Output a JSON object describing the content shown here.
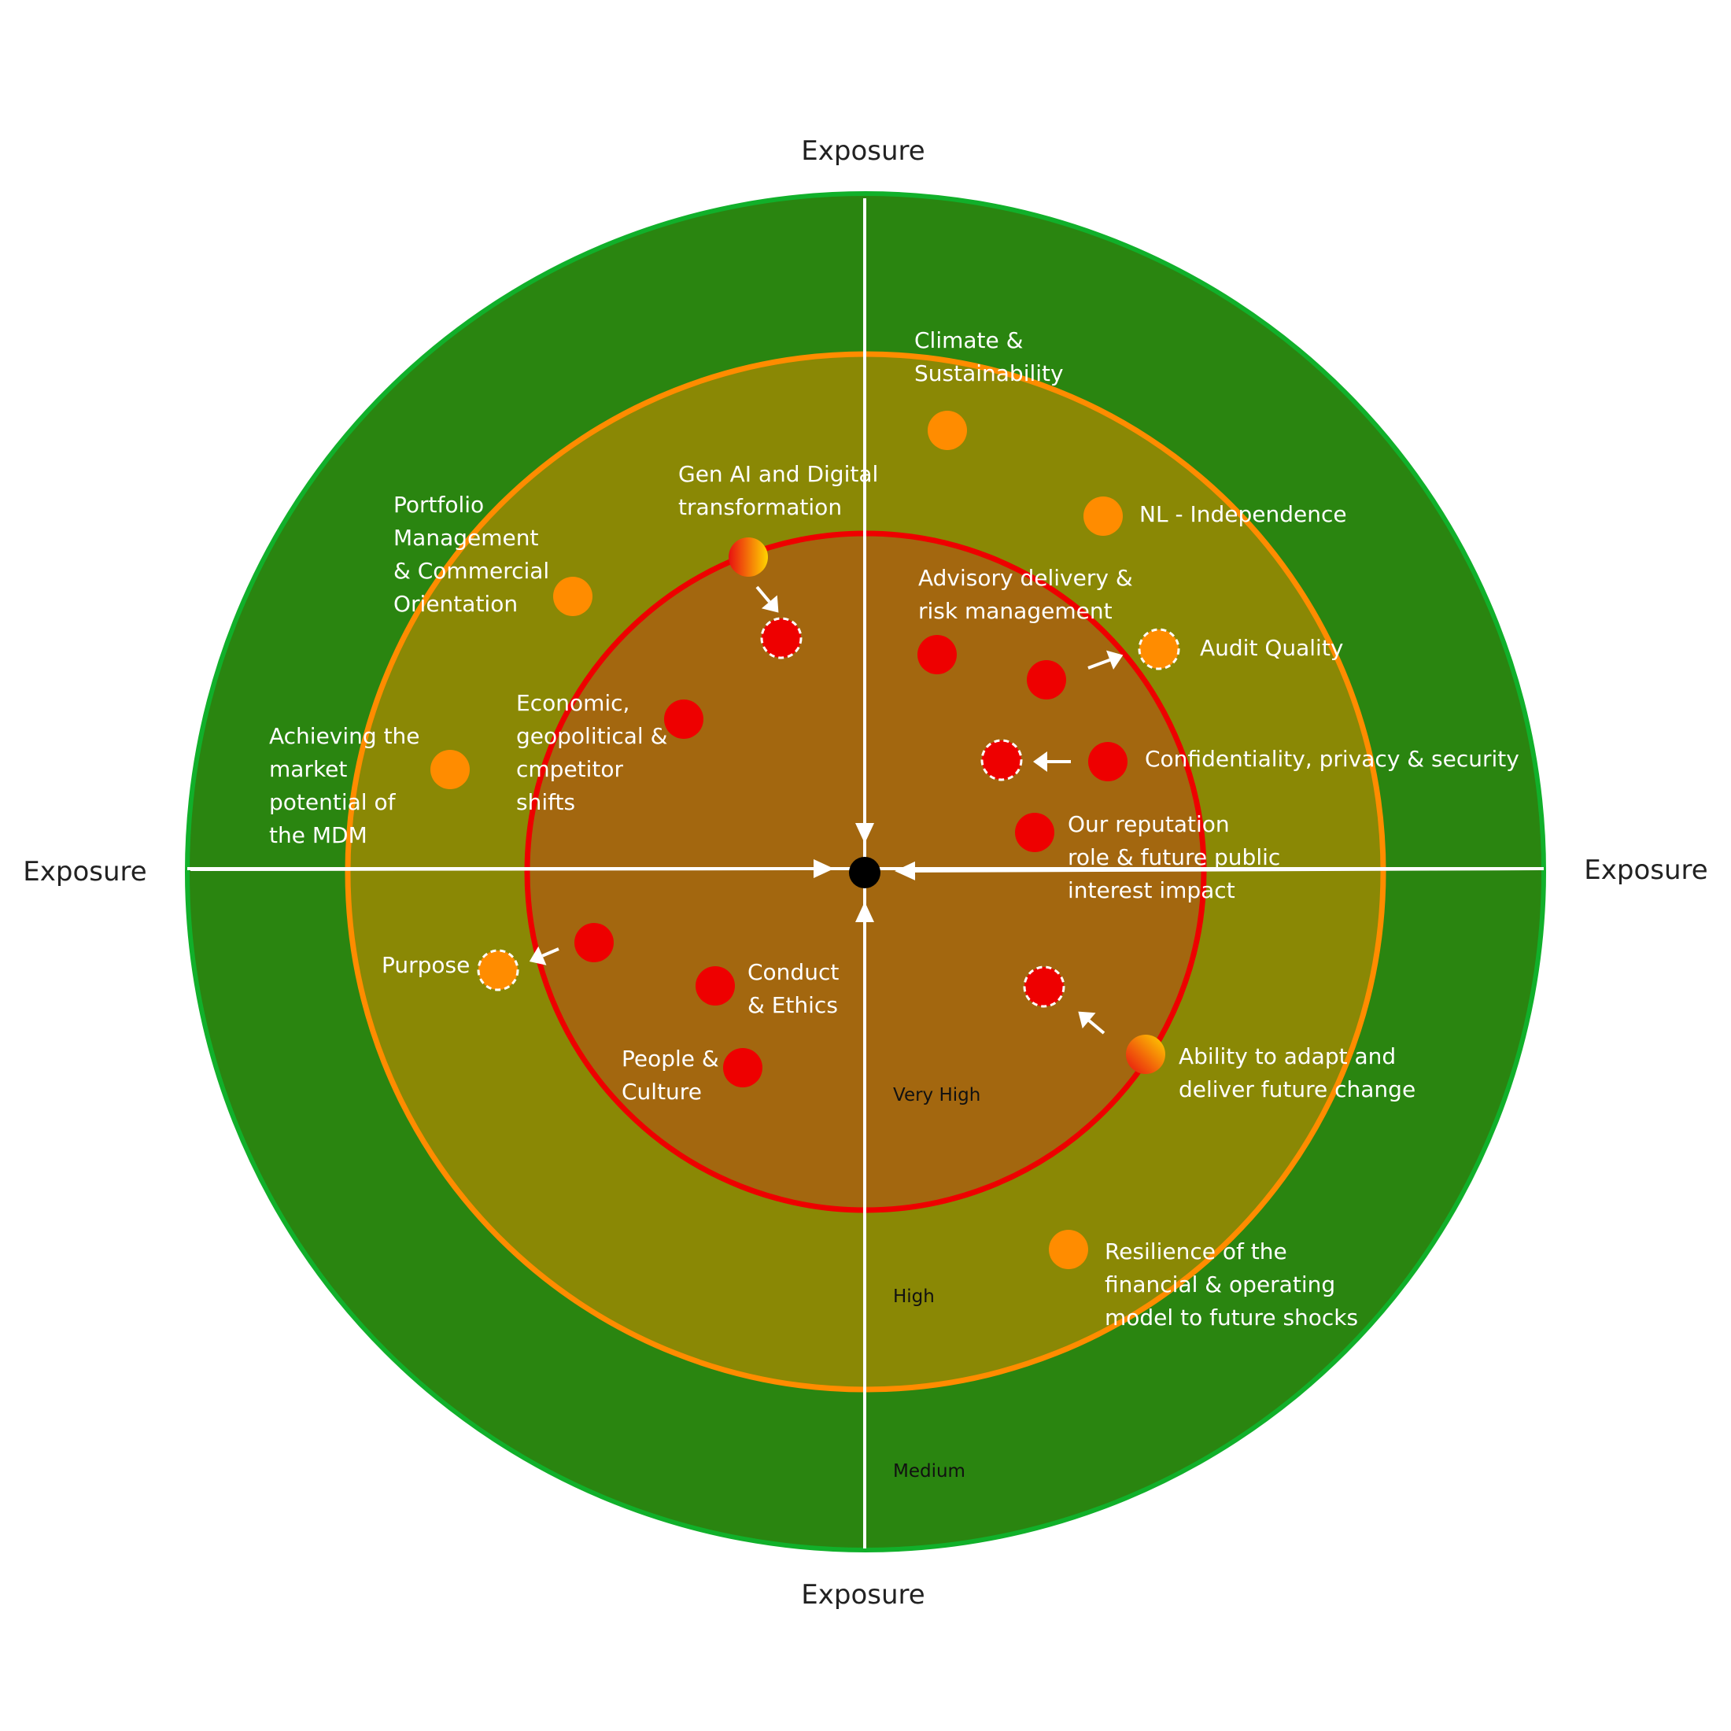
{
  "axis_labels": {
    "top": "Exposure",
    "left": "Exposure",
    "right": "Exposure",
    "bottom": "Exposure"
  },
  "ring_labels": {
    "very_high": "Very High",
    "high": "High",
    "medium": "Medium"
  },
  "colors": {
    "outer_fill": "#2a8510",
    "outer_stroke": "#11b02a",
    "middle_fill": "#8a8805",
    "middle_stroke": "#ff8c00",
    "inner_fill": "#a3670f",
    "inner_stroke": "#ee0000",
    "risk_red": "#ee0000",
    "risk_orange": "#ff8c00",
    "center": "#000000",
    "axis_line": "#ffffff"
  },
  "risks": [
    {
      "name": "Climate & Sustainability",
      "label_lines": [
        "Climate &",
        "Sustainability"
      ],
      "rating": "High"
    },
    {
      "name": "NL - Independence",
      "label_lines": [
        "NL - Independence"
      ],
      "rating": "High"
    },
    {
      "name": "Gen AI and Digital transformation",
      "label_lines": [
        "Gen AI and Digital",
        "transformation"
      ],
      "rating": "High to Very High"
    },
    {
      "name": "Portfolio Management & Commercial Orientation",
      "label_lines": [
        "Portfolio",
        "Management",
        "& Commercial",
        "Orientation"
      ],
      "rating": "High"
    },
    {
      "name": "Advisory delivery & risk management",
      "label_lines": [
        "Advisory delivery &",
        "risk management"
      ],
      "rating": "Very High"
    },
    {
      "name": "Audit Quality",
      "label_lines": [
        "Audit Quality"
      ],
      "rating": "Very High to High"
    },
    {
      "name": "Economic, geopolitical & cmpetitor shifts",
      "label_lines": [
        "Economic,",
        "geopolitical &",
        "cmpetitor",
        "shifts"
      ],
      "rating": "Very High"
    },
    {
      "name": "Achieving the market potential of the MDM",
      "label_lines": [
        "Achieving the",
        "market",
        "potential of",
        "the MDM"
      ],
      "rating": "High"
    },
    {
      "name": "Confidentiality, privacy & security",
      "label_lines": [
        "Confidentiality, privacy & security"
      ],
      "rating": "Very High"
    },
    {
      "name": "Our reputation role & future public interest impact",
      "label_lines": [
        "Our reputation",
        "role &  future public",
        "interest impact"
      ],
      "rating": "Very High"
    },
    {
      "name": "Purpose",
      "label_lines": [
        "Purpose"
      ],
      "rating": "Very High to High"
    },
    {
      "name": "Conduct & Ethics",
      "label_lines": [
        "Conduct",
        "& Ethics"
      ],
      "rating": "Very High"
    },
    {
      "name": "People & Culture",
      "label_lines": [
        "People &",
        "Culture"
      ],
      "rating": "Very High"
    },
    {
      "name": "Ability to adapt and deliver future change",
      "label_lines": [
        "Ability to adapt and",
        "deliver future change"
      ],
      "rating": "High to Very High"
    },
    {
      "name": "Resilience of the financial & operating model to future shocks",
      "label_lines": [
        "Resilience of the",
        "financial & operating",
        "model to future shocks"
      ],
      "rating": "High"
    }
  ]
}
